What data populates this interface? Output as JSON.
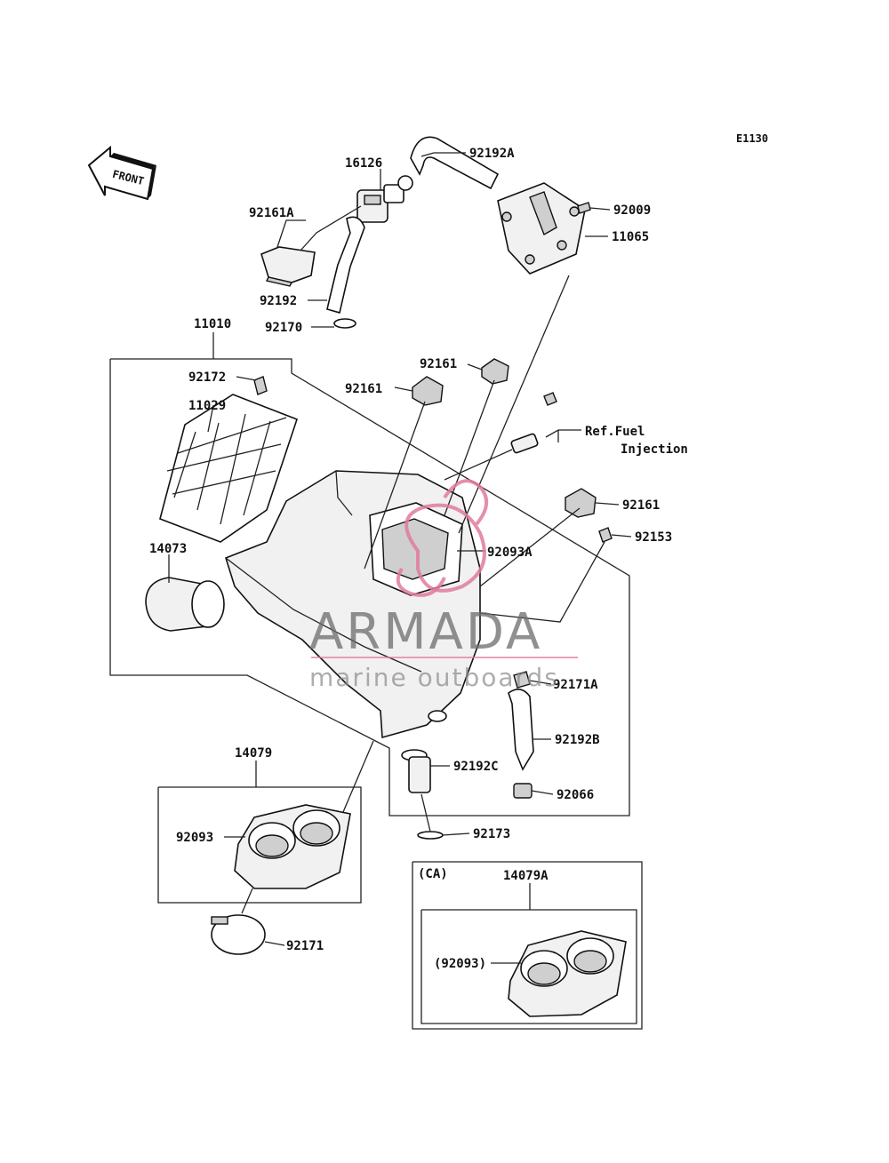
{
  "diagram_code": "E1130",
  "front_label": "FRONT",
  "parts": {
    "p16126": "16126",
    "p92192A": "92192A",
    "p92161A": "92161A",
    "p92009": "92009",
    "p11065": "11065",
    "p92192": "92192",
    "p92170": "92170",
    "p11010": "11010",
    "p92161_a": "92161",
    "p92161_b": "92161",
    "p92161_c": "92161",
    "p92172": "92172",
    "p11029": "11029",
    "p14073": "14073",
    "p92093A": "92093A",
    "p92153": "92153",
    "p92171A": "92171A",
    "p92192B": "92192B",
    "p92192C": "92192C",
    "p92066": "92066",
    "p92173": "92173",
    "p14079": "14079",
    "p92093": "92093",
    "p92171": "92171",
    "p14079A": "14079A",
    "p92093_paren": "(92093)"
  },
  "ref_fuel_line1": "Ref.Fuel",
  "ref_fuel_line2": "Injection",
  "ca_label": "(CA)",
  "watermark": {
    "brand": "ARMADA",
    "tagline": "marine outboards",
    "accent_color": "#e07aa0"
  }
}
